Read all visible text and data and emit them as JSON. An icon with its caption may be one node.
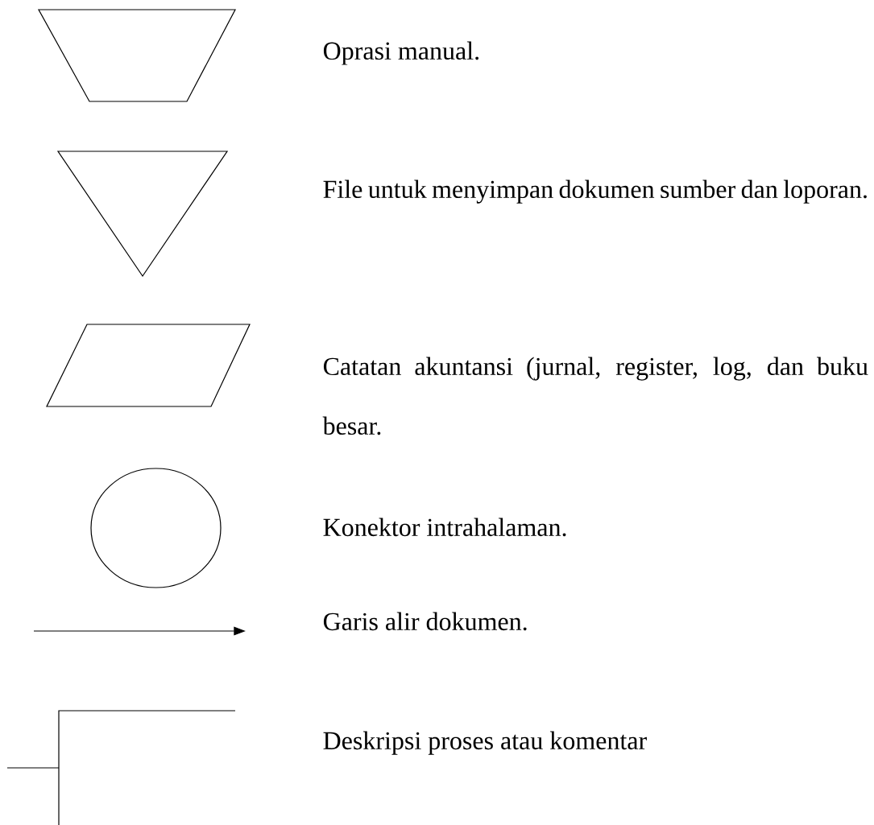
{
  "diagram": {
    "nodes": [
      {
        "text": [],
        "shape": "trapezoid",
        "beside": [
          "Oprasi manual."
        ]
      },
      {
        "text": [],
        "shape": "triangle",
        "beside": [
          "File untuk menyimpan dokumen sumber dan loporan."
        ]
      },
      {
        "text": [],
        "shape": "parallelogram",
        "beside": [
          "Catatan akuntansi (jurnal, register, log, dan buku besar."
        ]
      },
      {
        "text": [],
        "shape": "circle",
        "beside": [
          "Konektor intrahalaman."
        ]
      },
      {
        "text": [],
        "shape": "bracket",
        "beside": [
          "Deskripsi proses atau komentar"
        ]
      }
    ],
    "labels": [
      "Garis alir dokumen."
    ]
  }
}
